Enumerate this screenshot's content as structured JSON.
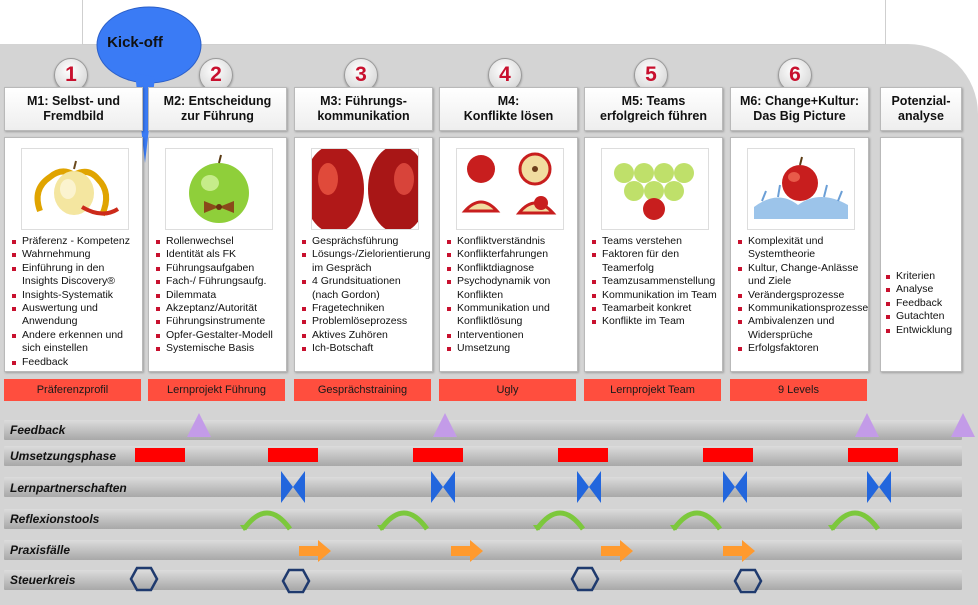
{
  "kickoff": {
    "label": "Kick-off"
  },
  "modules": [
    {
      "number": "1",
      "title": "M1: Selbst- und\nFremdbild",
      "image": "peeled-apple",
      "items": [
        "Präferenz - Kompetenz",
        "Wahrnehmung",
        "Einführung in den Insights Discovery®",
        "Insights-Systematik",
        "Auswertung und Anwendung",
        "Andere erkennen und sich einstellen",
        "Feedback"
      ],
      "tab": "Präferenzprofil"
    },
    {
      "number": "2",
      "title": "M2: Entscheidung\nzur Führung",
      "image": "apple-bowtie",
      "items": [
        "Rollenwechsel",
        "Identität als FK",
        "Führungsaufgaben",
        "Fach-/ Führungsaufg.",
        "Dilemmata",
        "Akzeptanz/Autorität",
        "Führungsinstrumente",
        "Opfer-Gestalter-Modell",
        "Systemische Basis"
      ],
      "tab": "Lernprojekt Führung"
    },
    {
      "number": "3",
      "title": "M3: Führungs-\nkommunikation",
      "image": "two-apples-closeup",
      "items": [
        "Gesprächsführung",
        "Lösungs-/Zielorientierung im Gespräch",
        "4 Grundsituationen (nach Gordon)",
        "Fragetechniken",
        "Problemlöseprozess",
        "Aktives Zuhören",
        "Ich-Botschaft"
      ],
      "tab": "Gesprächstraining"
    },
    {
      "number": "4",
      "title": "M4:\nKonflikte lösen",
      "image": "sliced-apples",
      "items": [
        "Konfliktverständnis",
        "Konflikterfahrungen",
        "Konfliktdiagnose",
        "Psychodynamik von Konflikten",
        "Kommunikation und Konfliktlösung",
        "Interventionen",
        "Umsetzung"
      ],
      "tab": "Ugly"
    },
    {
      "number": "5",
      "title": "M5: Teams\nerfolgreich führen",
      "image": "apple-pyramid",
      "items": [
        "Teams verstehen",
        "Faktoren für den Teamerfolg",
        "Teamzusammenstellung",
        "Kommunikation im Team",
        "Teamarbeit konkret",
        "Konflikte im Team"
      ],
      "tab": "Lernprojekt Team"
    },
    {
      "number": "6",
      "title": "M6: Change+Kultur:\nDas Big Picture",
      "image": "apple-splash",
      "items": [
        "Komplexität und Systemtheorie",
        "Kultur, Change-Anlässe und Ziele",
        "Verändergsprozesse",
        "Kommunikationsprozesse",
        "Ambivalenzen und Widersprüche",
        "Erfolgsfaktoren"
      ],
      "tab": "9 Levels"
    }
  ],
  "potential": {
    "title": "Potenzial-\nanalyse",
    "items": [
      "Kriterien",
      "Analyse",
      "Feedback",
      "Gutachten",
      "Entwicklung"
    ]
  },
  "tracks": [
    {
      "label": "Feedback",
      "marker": "purple-triangle-icon"
    },
    {
      "label": "Umsetzungsphase",
      "marker": "red-bar"
    },
    {
      "label": "Lernpartnerschaften",
      "marker": "blue-bowtie-icon"
    },
    {
      "label": "Reflexionstools",
      "marker": "green-arc-arrow-icon"
    },
    {
      "label": "Praxisfälle",
      "marker": "orange-arrow-icon"
    },
    {
      "label": "Steuerkreis",
      "marker": "hexagon-icon"
    }
  ],
  "colors": {
    "accent_red": "#ff0000",
    "tab_red": "#ff4e3e",
    "number_red": "#c8102e",
    "kickoff_blue": "#3a7bf5",
    "purple": "#c39be8",
    "blue": "#2266dd",
    "green": "#7cc83c",
    "orange": "#ff9a2e",
    "navy": "#1f3a6e"
  }
}
